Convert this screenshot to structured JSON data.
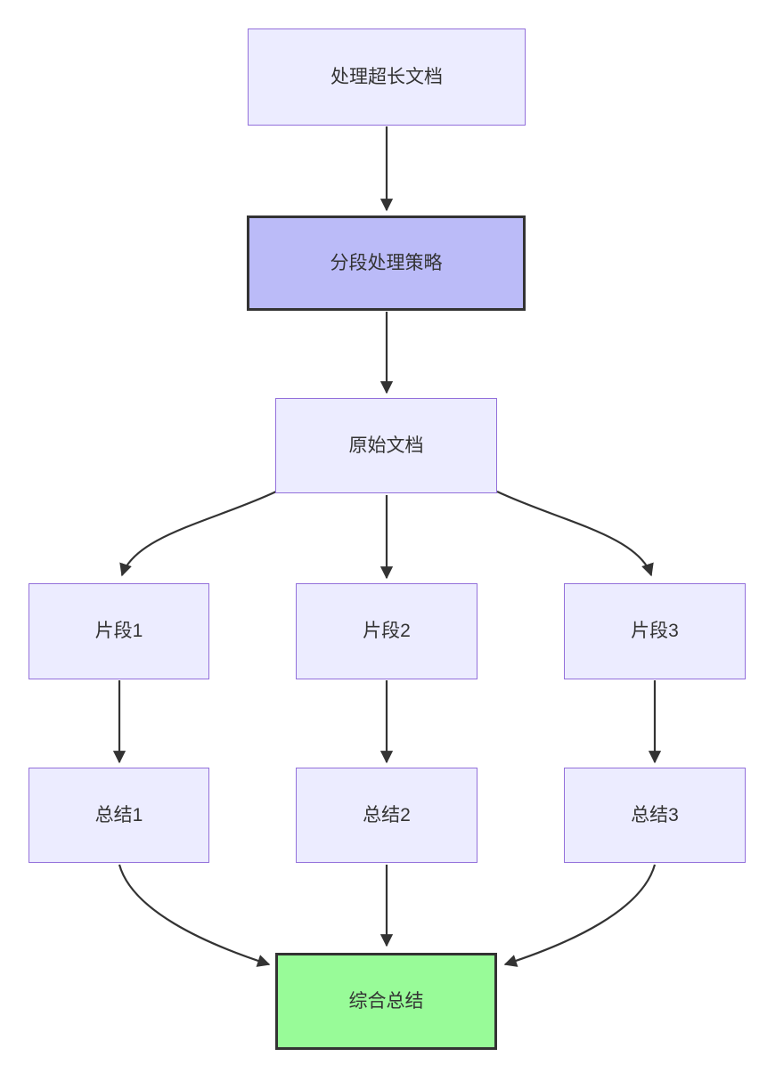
{
  "diagram": {
    "type": "flowchart",
    "direction": "top-down",
    "colors": {
      "background": "#ffffff",
      "default_fill": "#ECECFF",
      "default_border": "#9370DB",
      "highlight_fill": "#BBBBF8",
      "highlight_border": "#333333",
      "result_fill": "#98FB98",
      "result_border": "#333333",
      "edge": "#333333",
      "text": "#333333"
    },
    "nodes": [
      {
        "id": "process-long-doc",
        "label": "处理超长文档",
        "variant": "default"
      },
      {
        "id": "segment-strategy",
        "label": "分段处理策略",
        "variant": "highlight"
      },
      {
        "id": "original-doc",
        "label": "原始文档",
        "variant": "default"
      },
      {
        "id": "fragment-1",
        "label": "片段1",
        "variant": "default"
      },
      {
        "id": "fragment-2",
        "label": "片段2",
        "variant": "default"
      },
      {
        "id": "fragment-3",
        "label": "片段3",
        "variant": "default"
      },
      {
        "id": "summary-1",
        "label": "总结1",
        "variant": "default"
      },
      {
        "id": "summary-2",
        "label": "总结2",
        "variant": "default"
      },
      {
        "id": "summary-3",
        "label": "总结3",
        "variant": "default"
      },
      {
        "id": "final-summary",
        "label": "综合总结",
        "variant": "result"
      }
    ],
    "edges": [
      {
        "from": "处理超长文档",
        "to": "分段处理策略"
      },
      {
        "from": "分段处理策略",
        "to": "原始文档"
      },
      {
        "from": "原始文档",
        "to": "片段1"
      },
      {
        "from": "原始文档",
        "to": "片段2"
      },
      {
        "from": "原始文档",
        "to": "片段3"
      },
      {
        "from": "片段1",
        "to": "总结1"
      },
      {
        "from": "片段2",
        "to": "总结2"
      },
      {
        "from": "片段3",
        "to": "总结3"
      },
      {
        "from": "总结1",
        "to": "综合总结"
      },
      {
        "from": "总结2",
        "to": "综合总结"
      },
      {
        "from": "总结3",
        "to": "综合总结"
      }
    ]
  }
}
